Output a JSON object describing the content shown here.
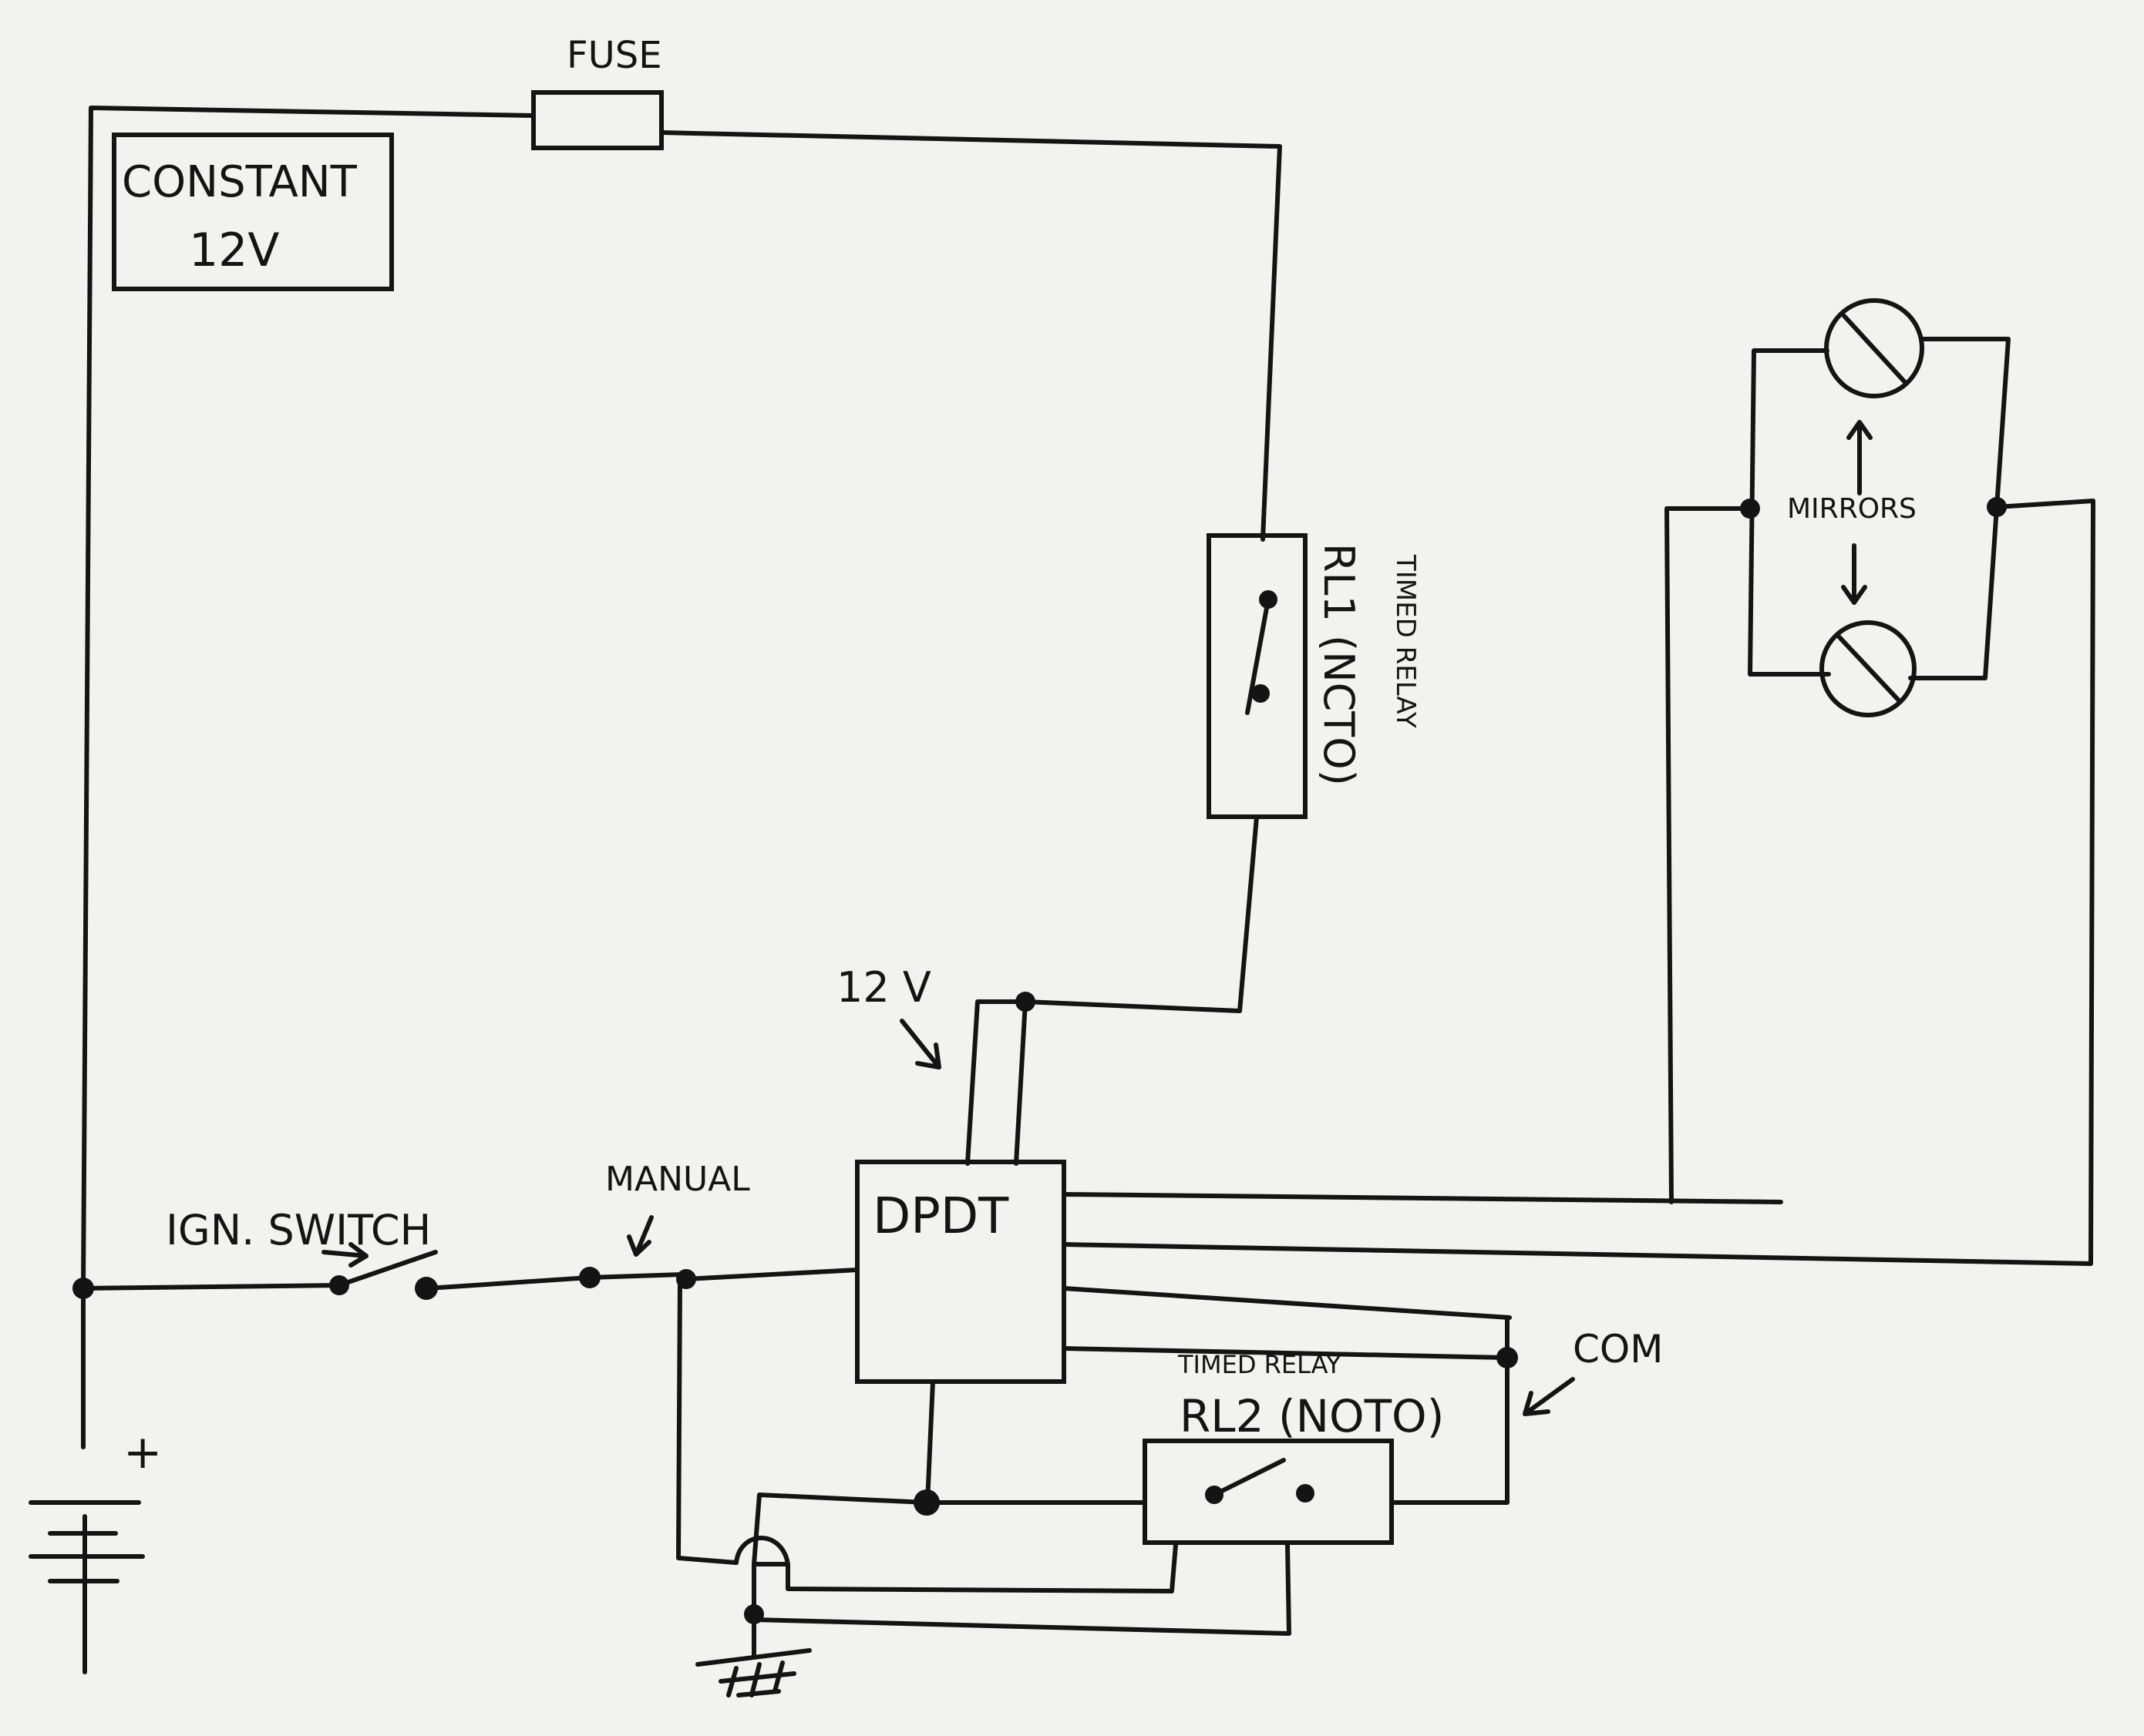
{
  "labels": {
    "fuse": "FUSE",
    "constant_line1": "CONSTANT",
    "constant_line2": "12V",
    "rl1_caption": "TIMED RELAY",
    "rl1_name": "RL1 (NCTO)",
    "mirrors": "MIRRORS",
    "v12": "12 V",
    "manual": "MANUAL",
    "ign_switch": "IGN. SWITCH",
    "dpdt": "DPDT",
    "com": "COM",
    "rl2_caption": "TIMED RELAY",
    "rl2_name": "RL2 (NOTO)",
    "battery_plus": "+"
  }
}
